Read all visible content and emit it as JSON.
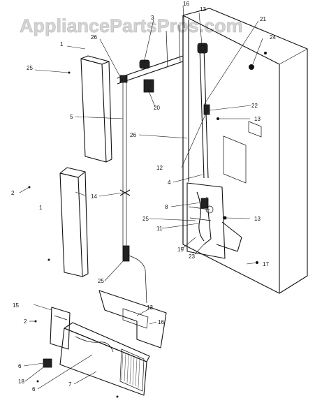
{
  "watermark": "AppliancePartsPros.com",
  "callouts": [
    {
      "n": "1"
    },
    {
      "n": "2"
    },
    {
      "n": "3"
    },
    {
      "n": "4"
    },
    {
      "n": "5"
    },
    {
      "n": "6"
    },
    {
      "n": "7"
    },
    {
      "n": "8"
    },
    {
      "n": "11"
    },
    {
      "n": "12"
    },
    {
      "n": "13"
    },
    {
      "n": "14"
    },
    {
      "n": "15"
    },
    {
      "n": "16"
    },
    {
      "n": "17"
    },
    {
      "n": "18"
    },
    {
      "n": "19"
    },
    {
      "n": "20"
    },
    {
      "n": "21"
    },
    {
      "n": "22"
    },
    {
      "n": "23"
    },
    {
      "n": "24"
    },
    {
      "n": "25"
    },
    {
      "n": "26"
    }
  ]
}
